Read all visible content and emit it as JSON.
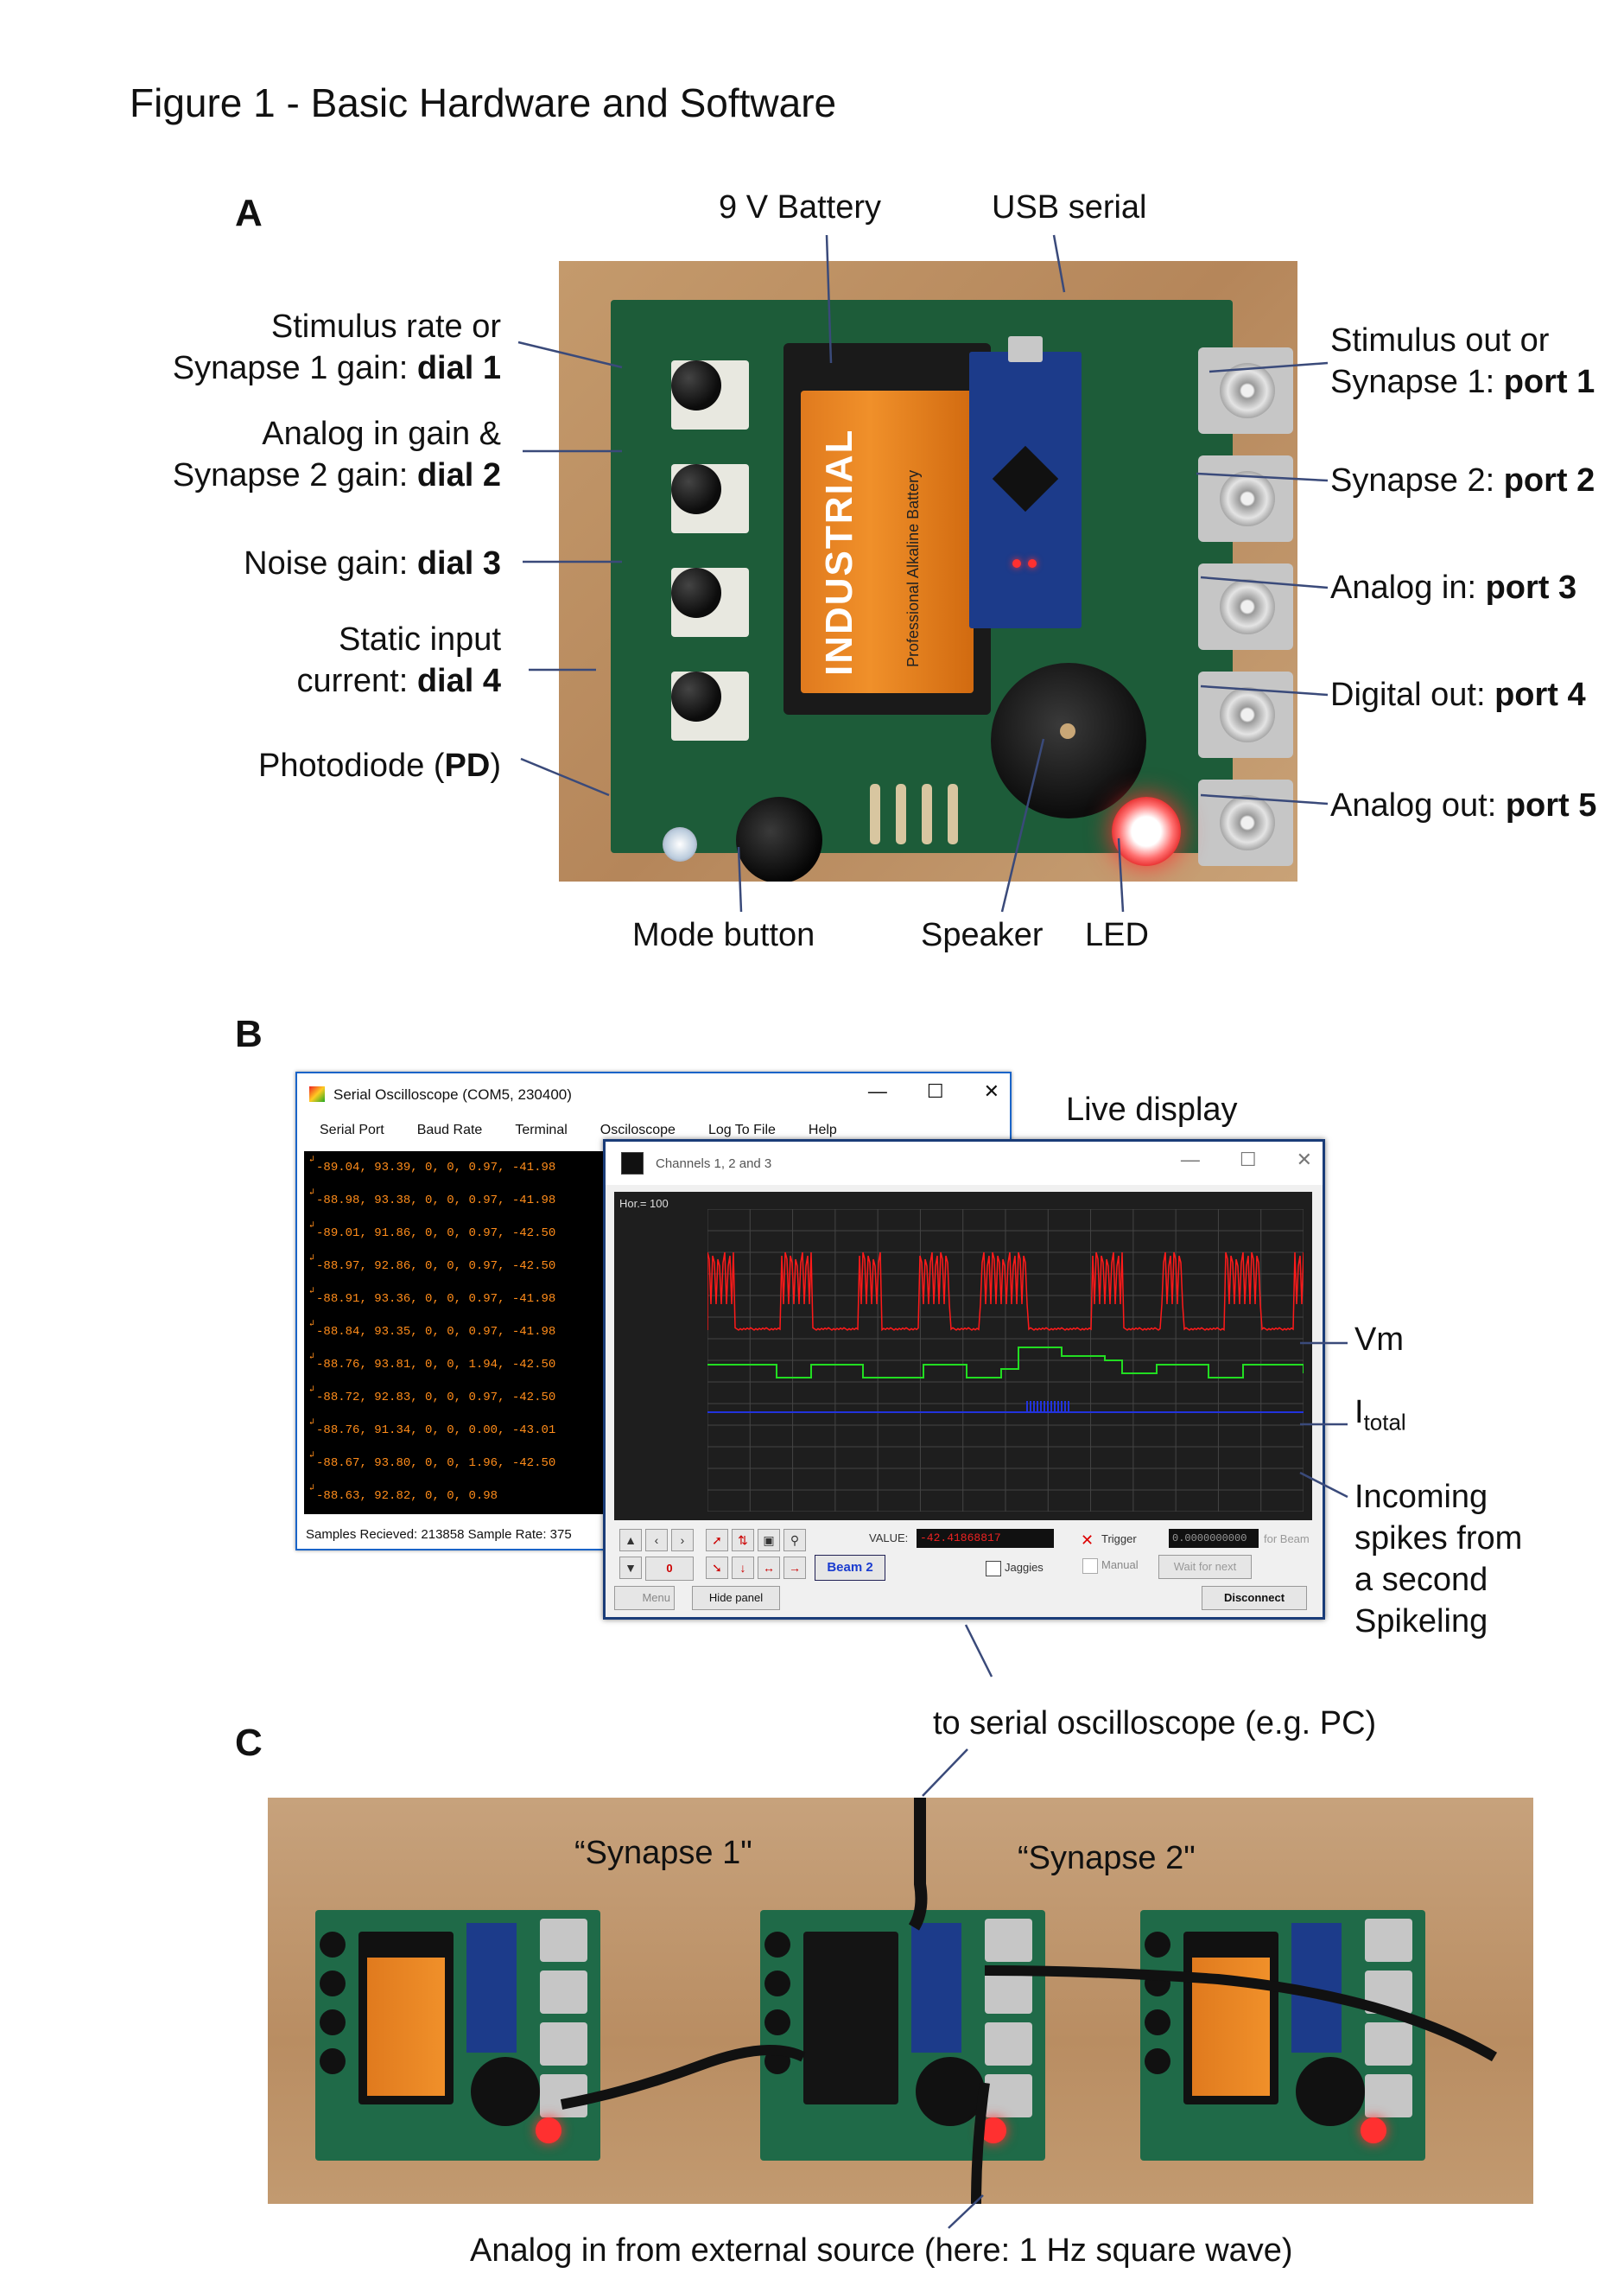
{
  "figure": {
    "title": "Figure 1 - Basic Hardware and Software"
  },
  "panels": {
    "a": "A",
    "b": "B",
    "c": "C"
  },
  "panel_a": {
    "top_labels": {
      "battery": "9 V Battery",
      "usb": "USB serial"
    },
    "left_labels": [
      {
        "line1": "Stimulus rate or",
        "line2_plain": "Synapse 1 gain: ",
        "line2_bold": "dial 1"
      },
      {
        "line1": "Analog in gain &",
        "line2_plain": "Synapse 2 gain: ",
        "line2_bold": "dial 2"
      },
      {
        "line1": "",
        "line2_plain": "Noise gain: ",
        "line2_bold": "dial 3"
      },
      {
        "line1": "Static input",
        "line2_plain": "current: ",
        "line2_bold": "dial 4"
      }
    ],
    "photodiode": {
      "plain_a": "Photodiode (",
      "bold": "PD",
      "plain_b": ")"
    },
    "right_labels": [
      {
        "line1": "Stimulus out or",
        "line2_plain": "Synapse 1: ",
        "line2_bold": "port 1"
      },
      {
        "line1": "",
        "line2_plain": "Synapse 2: ",
        "line2_bold": "port 2"
      },
      {
        "line1": "",
        "line2_plain": "Analog in: ",
        "line2_bold": "port 3"
      },
      {
        "line1": "",
        "line2_plain": "Digital out: ",
        "line2_bold": "port 4"
      },
      {
        "line1": "",
        "line2_plain": "Analog out: ",
        "line2_bold": "port 5"
      }
    ],
    "bottom_labels": {
      "mode": "Mode button",
      "speaker": "Speaker",
      "led": "LED"
    },
    "battery_print": {
      "brand": "INDUSTRIAL",
      "sub": "Professional Alkaline Battery"
    }
  },
  "panel_b": {
    "serial_window": {
      "title": "Serial Oscilloscope (COM5, 230400)",
      "menu": [
        "Serial Port",
        "Baud Rate",
        "Terminal",
        "Osciloscope",
        "Log To File",
        "Help"
      ],
      "lines": [
        "-89.04, 93.39, 0, 0, 0.97, -41.98",
        "-88.98, 93.38, 0, 0, 0.97, -41.98",
        "-89.01, 91.86, 0, 0, 0.97, -42.50",
        "-88.97, 92.86, 0, 0, 0.97, -42.50",
        "-88.91, 93.36, 0, 0, 0.97, -41.98",
        "-88.84, 93.35, 0, 0, 0.97, -41.98",
        "-88.76, 93.81, 0, 0, 1.94, -42.50",
        "-88.72, 92.83, 0, 0, 0.97, -42.50",
        "-88.76, 91.34, 0, 0, 0.00, -43.01",
        "-88.67, 93.80, 0, 0, 1.96, -42.50",
        "-88.63, 92.82, 0, 0, 0.98"
      ],
      "status": "Samples Recieved: 213858   Sample Rate: 375"
    },
    "scope_window": {
      "title": "Channels 1, 2 and 3",
      "hor": "Hor.= 100",
      "value_label": "VALUE:",
      "value": "-42.41868817",
      "trigger": "Trigger",
      "trigger_value": "0.0000000000",
      "for_beam": "for Beam",
      "zero": "0",
      "beam_button": "Beam 2",
      "jaggies": "Jaggies",
      "manual": "Manual",
      "wait": "Wait for next",
      "menu": "Menu",
      "hide_panel": "Hide panel",
      "disconnect": "Disconnect"
    },
    "annotations": {
      "live_display": "Live display",
      "vm": "Vm",
      "itotal_main": "I",
      "itotal_sub": "total",
      "incoming": [
        "Incoming",
        "spikes from",
        "a second",
        "Spikeling"
      ],
      "to_scope": "to serial oscilloscope (e.g. PC)"
    }
  },
  "panel_c": {
    "synapse1": "“Synapse 1\"",
    "synapse2": "“Synapse 2\"",
    "analog_in": "Analog in from external source (here: 1 Hz square wave)"
  },
  "colors": {
    "pcb": "#1d5c39",
    "vm_trace": "#ff1a1a",
    "itotal_trace": "#22dd22",
    "spike_trace": "#2233dd",
    "terminal_text": "#ff8c1a"
  }
}
